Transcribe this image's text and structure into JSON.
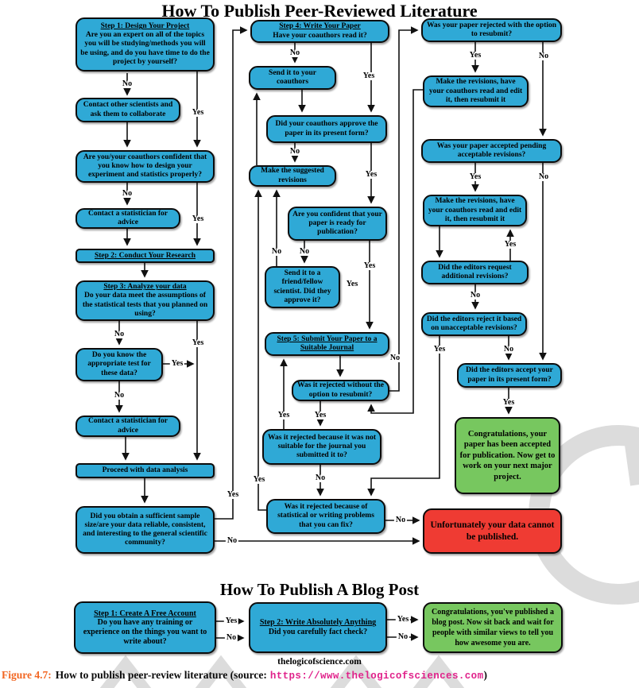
{
  "titles": {
    "main": "How To Publish Peer-Reviewed Literature",
    "blog": "How To Publish A Blog Post",
    "site": "thelogicofscience.com"
  },
  "caption": {
    "figure_label": "Figure 4.7:",
    "text": "How to publish peer-review literature (source:",
    "url": "https://www.thelogicofsciences.com",
    "close_paren": ")"
  },
  "labels": {
    "yes": "Yes",
    "no": "No"
  },
  "colors": {
    "node_blue": "#2fa9d6",
    "node_green": "#77c75f",
    "node_red": "#ef3b33",
    "caption_label_orange": "#f26622",
    "caption_url_pink": "#e0218a",
    "watermark_gray": "#dcdcdc"
  },
  "main": {
    "nodes": {
      "step1": {
        "title": "Step 1: Design Your Project",
        "text": "Are you an expert on all of the topics you will be studying/methods you will be using, and do you have time to do the project by yourself?"
      },
      "contact_scientists": {
        "text": "Contact other scientists and ask them to collaborate"
      },
      "confident_design": {
        "text": "Are you/your coauthors confident that you know how to design your experiment and statistics properly?"
      },
      "statistician_advice_1": {
        "text": "Contact a statistician for advice"
      },
      "step2": {
        "title": "Step 2: Conduct Your Research"
      },
      "step3": {
        "title": "Step 3: Analyze your data",
        "text": "Do your data meet the assumptions of the statistical tests that you planned on using?"
      },
      "know_test": {
        "text": "Do you know the appropriate test for these data?"
      },
      "statistician_advice_2": {
        "text": "Contact a statistician for advice"
      },
      "proceed": {
        "text": "Proceed with data analysis"
      },
      "sufficient_sample": {
        "text": "Did you obtain a sufficient sample size/are your data reliable, consistent, and interesting  to the general scientific community?"
      },
      "step4": {
        "title": "Step 4: Write Your Paper",
        "text": "Have your coauthors read it?"
      },
      "send_coauthors": {
        "text": "Send it to your coauthors"
      },
      "coauthors_approve": {
        "text": "Did your coauthors approve the paper in its present form?"
      },
      "suggested_revisions": {
        "text": "Make the suggested revisions"
      },
      "confident_ready": {
        "text": "Are you confident that your paper is ready for publication?"
      },
      "friend_scientist": {
        "text": "Send it to a friend/fellow scientist. Did they approve it?"
      },
      "step5": {
        "title": "Step 5: Submit Your Paper to a Suitable Journal"
      },
      "rejected_without_resubmit": {
        "text": "Was it rejected without the option to resubmit?"
      },
      "rejected_not_suitable": {
        "text": "Was it rejected because it was not suitable for the journal you submitted it to?"
      },
      "rejected_fixable": {
        "text": "Was it rejected because of statistical or writing problems that you can fix?"
      },
      "rejected_with_option": {
        "text": "Was your paper rejected with the option to resubmit?"
      },
      "make_revisions_1": {
        "text": "Make the revisions, have your coauthors read and edit it, then resubmit it"
      },
      "accepted_pending": {
        "text": "Was your paper accepted pending acceptable revisions?"
      },
      "make_revisions_2": {
        "text": "Make the revisions, have your coauthors read and edit it, then resubmit it"
      },
      "editors_additional": {
        "text": "Did the editors request additional revisions?"
      },
      "editors_reject_unacceptable": {
        "text": "Did the editors reject it based on unacceptable revisions?"
      },
      "editors_accept": {
        "text": "Did the editors accept your paper in its present form?"
      },
      "congrats": {
        "text": "Congratulations, your paper has been accepted for publication. Now get to work on your next major project."
      },
      "cannot_publish": {
        "text": "Unfortunately your data cannot be published."
      }
    }
  },
  "blog": {
    "nodes": {
      "create_account": {
        "title": "Step 1: Create A Free Account",
        "text": "Do you have any training or experience on the things you want to write about?"
      },
      "write_anything": {
        "title": "Step 2: Write Absolutely Anything",
        "text": "Did you carefully fact check?"
      },
      "blog_congrats": {
        "text": "Congratulations, you've published a blog post. Now sit back and wait for people with similar views to tell you how awesome you are."
      }
    }
  }
}
